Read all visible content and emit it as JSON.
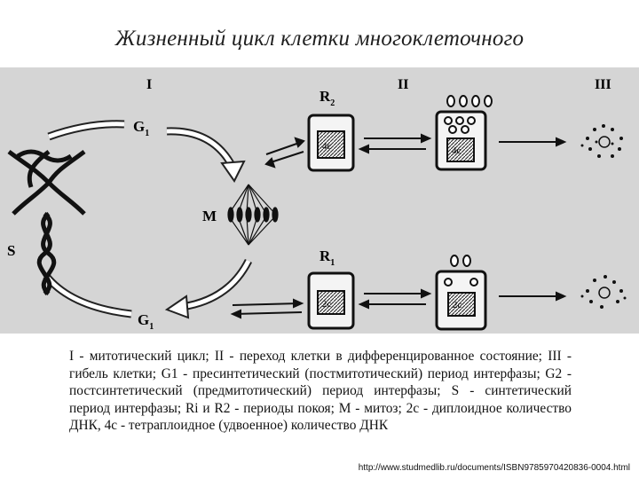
{
  "title": "Жизненный цикл клетки многоклеточного",
  "diagram": {
    "roman_I": "I",
    "roman_II": "II",
    "roman_III": "III",
    "g1_top": "G",
    "g1_top_sub": "1",
    "g1_bottom": "G",
    "g1_bottom_sub": "1",
    "m_label": "M",
    "s_label": "S",
    "r2": "R",
    "r2_sub": "2",
    "r1": "R",
    "r1_sub": "1",
    "cell_r2": "4c",
    "cell_r2b": "4c",
    "cell_r1": "2c",
    "cell_r1b": "2c"
  },
  "caption": "I - митотический цикл; II - переход клетки в дифференцированное состояние; III - гибель клетки; G1 - пресинтетический (постмитотический) период интерфазы; G2 - постсинтетический (предмитотический) период интерфазы; S - синтетический период интерфазы; Ri и R2 - периоды покоя; М - митоз; 2с - диплоидное количество ДНК, 4с - тетраплоидное (удвоенное) количество ДНК",
  "url": "http://www.studmedlib.ru/documents/ISBN9785970420836-0004.html"
}
